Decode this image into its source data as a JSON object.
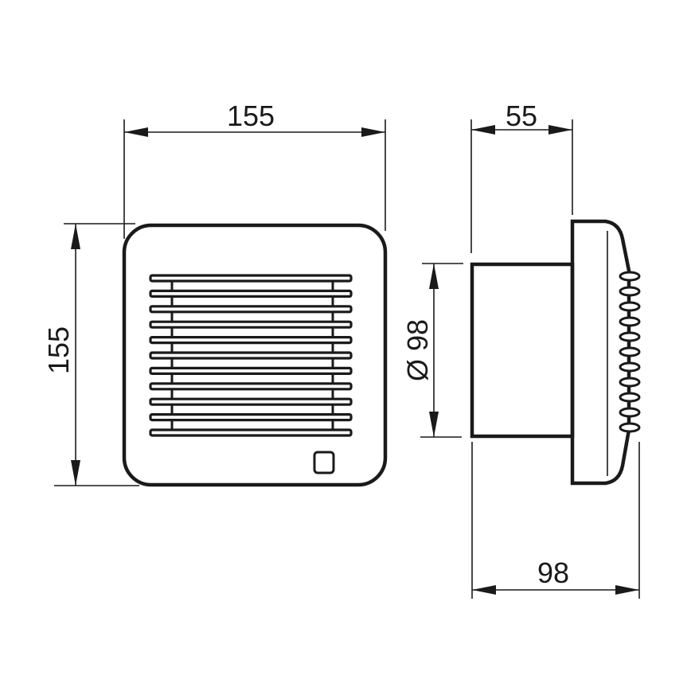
{
  "drawing": {
    "subject": "Extractor fan dimensional drawing",
    "units": "mm",
    "stroke_color": "#1a1a1a",
    "background": "#ffffff"
  },
  "front_view": {
    "width_label": "155",
    "height_label": "155",
    "louvre_count": 11,
    "has_switch_button": true
  },
  "side_view": {
    "depth_label": "55",
    "diameter_label": "Ø 98",
    "total_depth_label": "98",
    "rib_count": 11
  }
}
